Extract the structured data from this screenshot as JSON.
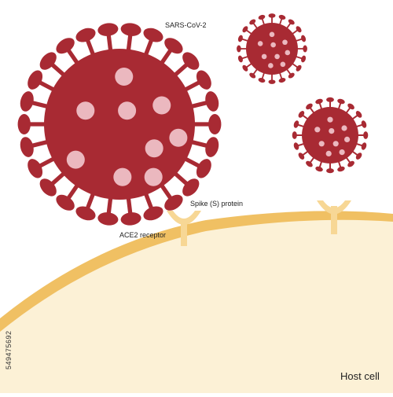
{
  "labels": {
    "virus": "SARS-CoV-2",
    "spike": "Spike (S) protein",
    "receptor": "ACE2 receptor",
    "host": "Host cell"
  },
  "watermark": "549475692",
  "colors": {
    "virus_body": "#a82a33",
    "virus_spot": "#ebb8bf",
    "membrane": "#f0c063",
    "cytoplasm": "#fcf1d6",
    "receptor": "#f7d795"
  },
  "viruses": [
    {
      "role": "main-virion"
    },
    {
      "role": "free-virion-top"
    },
    {
      "role": "free-virion-right"
    }
  ]
}
